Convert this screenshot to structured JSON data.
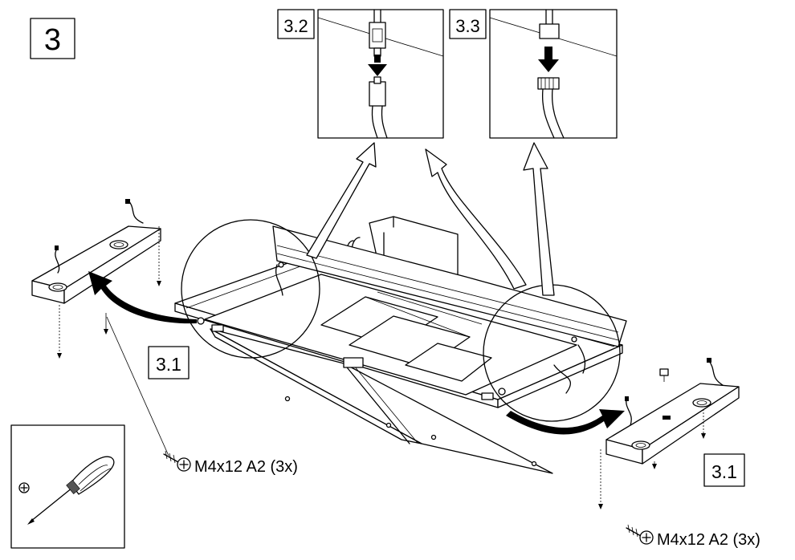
{
  "step": {
    "number": "3"
  },
  "labels": {
    "detail_3_1_left": "3.1",
    "detail_3_1_right": "3.1",
    "detail_3_2": "3.2",
    "detail_3_3": "3.3"
  },
  "screws": {
    "left": "M4x12 A2 (3x)",
    "right": "M4x12 A2 (3x)"
  },
  "icons": {
    "step": "step-number-box",
    "tool": "phillips-screwdriver-icon",
    "screw": "screw-icon",
    "connector_3_2": "plug-connector-icon",
    "connector_3_3": "pin-connector-icon"
  },
  "colors": {
    "line": "#000000",
    "background": "#ffffff"
  }
}
